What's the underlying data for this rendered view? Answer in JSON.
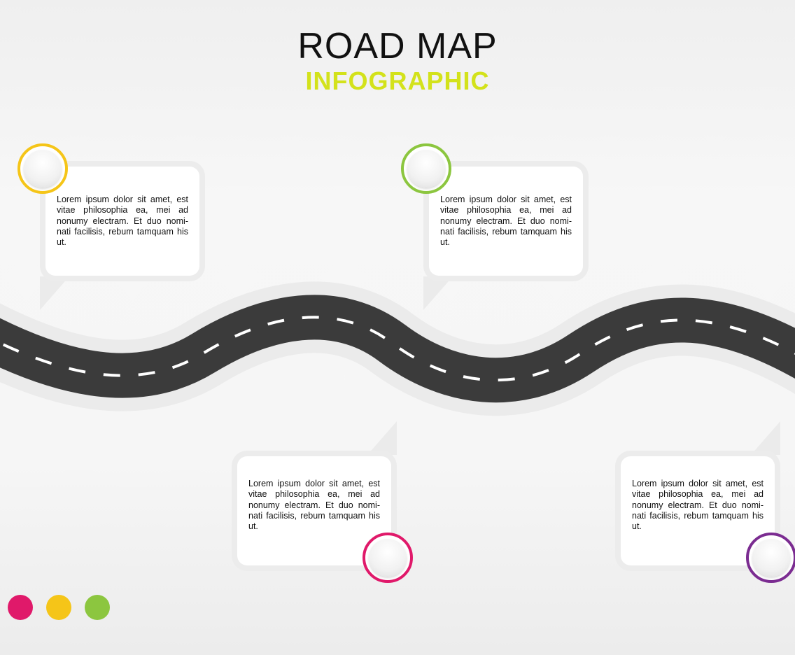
{
  "header": {
    "title": "ROAD MAP",
    "subtitle": "INFOGRAPHIC"
  },
  "colors": {
    "subtitle": "#d3e21b",
    "road": "#3b3b3b",
    "road_border": "#ebebeb",
    "lane_marking": "#ffffff",
    "yellow": "#f5c518",
    "green": "#8cc63f",
    "magenta": "#e0196a",
    "purple": "#7b2c91"
  },
  "steps": [
    {
      "text": "Lorem ipsum dolor sit amet, est vitae philosophia ea, mei ad nonumy electram. Et duo nomi-nati facilisis, rebum tamquam his ut.",
      "ring_color": "#f5c518"
    },
    {
      "text": "Lorem ipsum dolor sit amet, est vitae philosophia ea, mei ad nonumy electram. Et duo nomi-nati facilisis, rebum tamquam his ut.",
      "ring_color": "#8cc63f"
    },
    {
      "text": "Lorem ipsum dolor sit amet, est vitae philosophia ea, mei ad nonumy electram. Et duo nomi-nati facilisis, rebum tamquam his ut.",
      "ring_color": "#e0196a"
    },
    {
      "text": "Lorem ipsum dolor sit amet, est vitae philosophia ea, mei ad nonumy electram. Et duo nomi-nati facilisis, rebum tamquam his ut.",
      "ring_color": "#7b2c91"
    }
  ],
  "legend_dots": [
    {
      "color": "#e0196a"
    },
    {
      "color": "#f5c518"
    },
    {
      "color": "#8cc63f"
    }
  ]
}
